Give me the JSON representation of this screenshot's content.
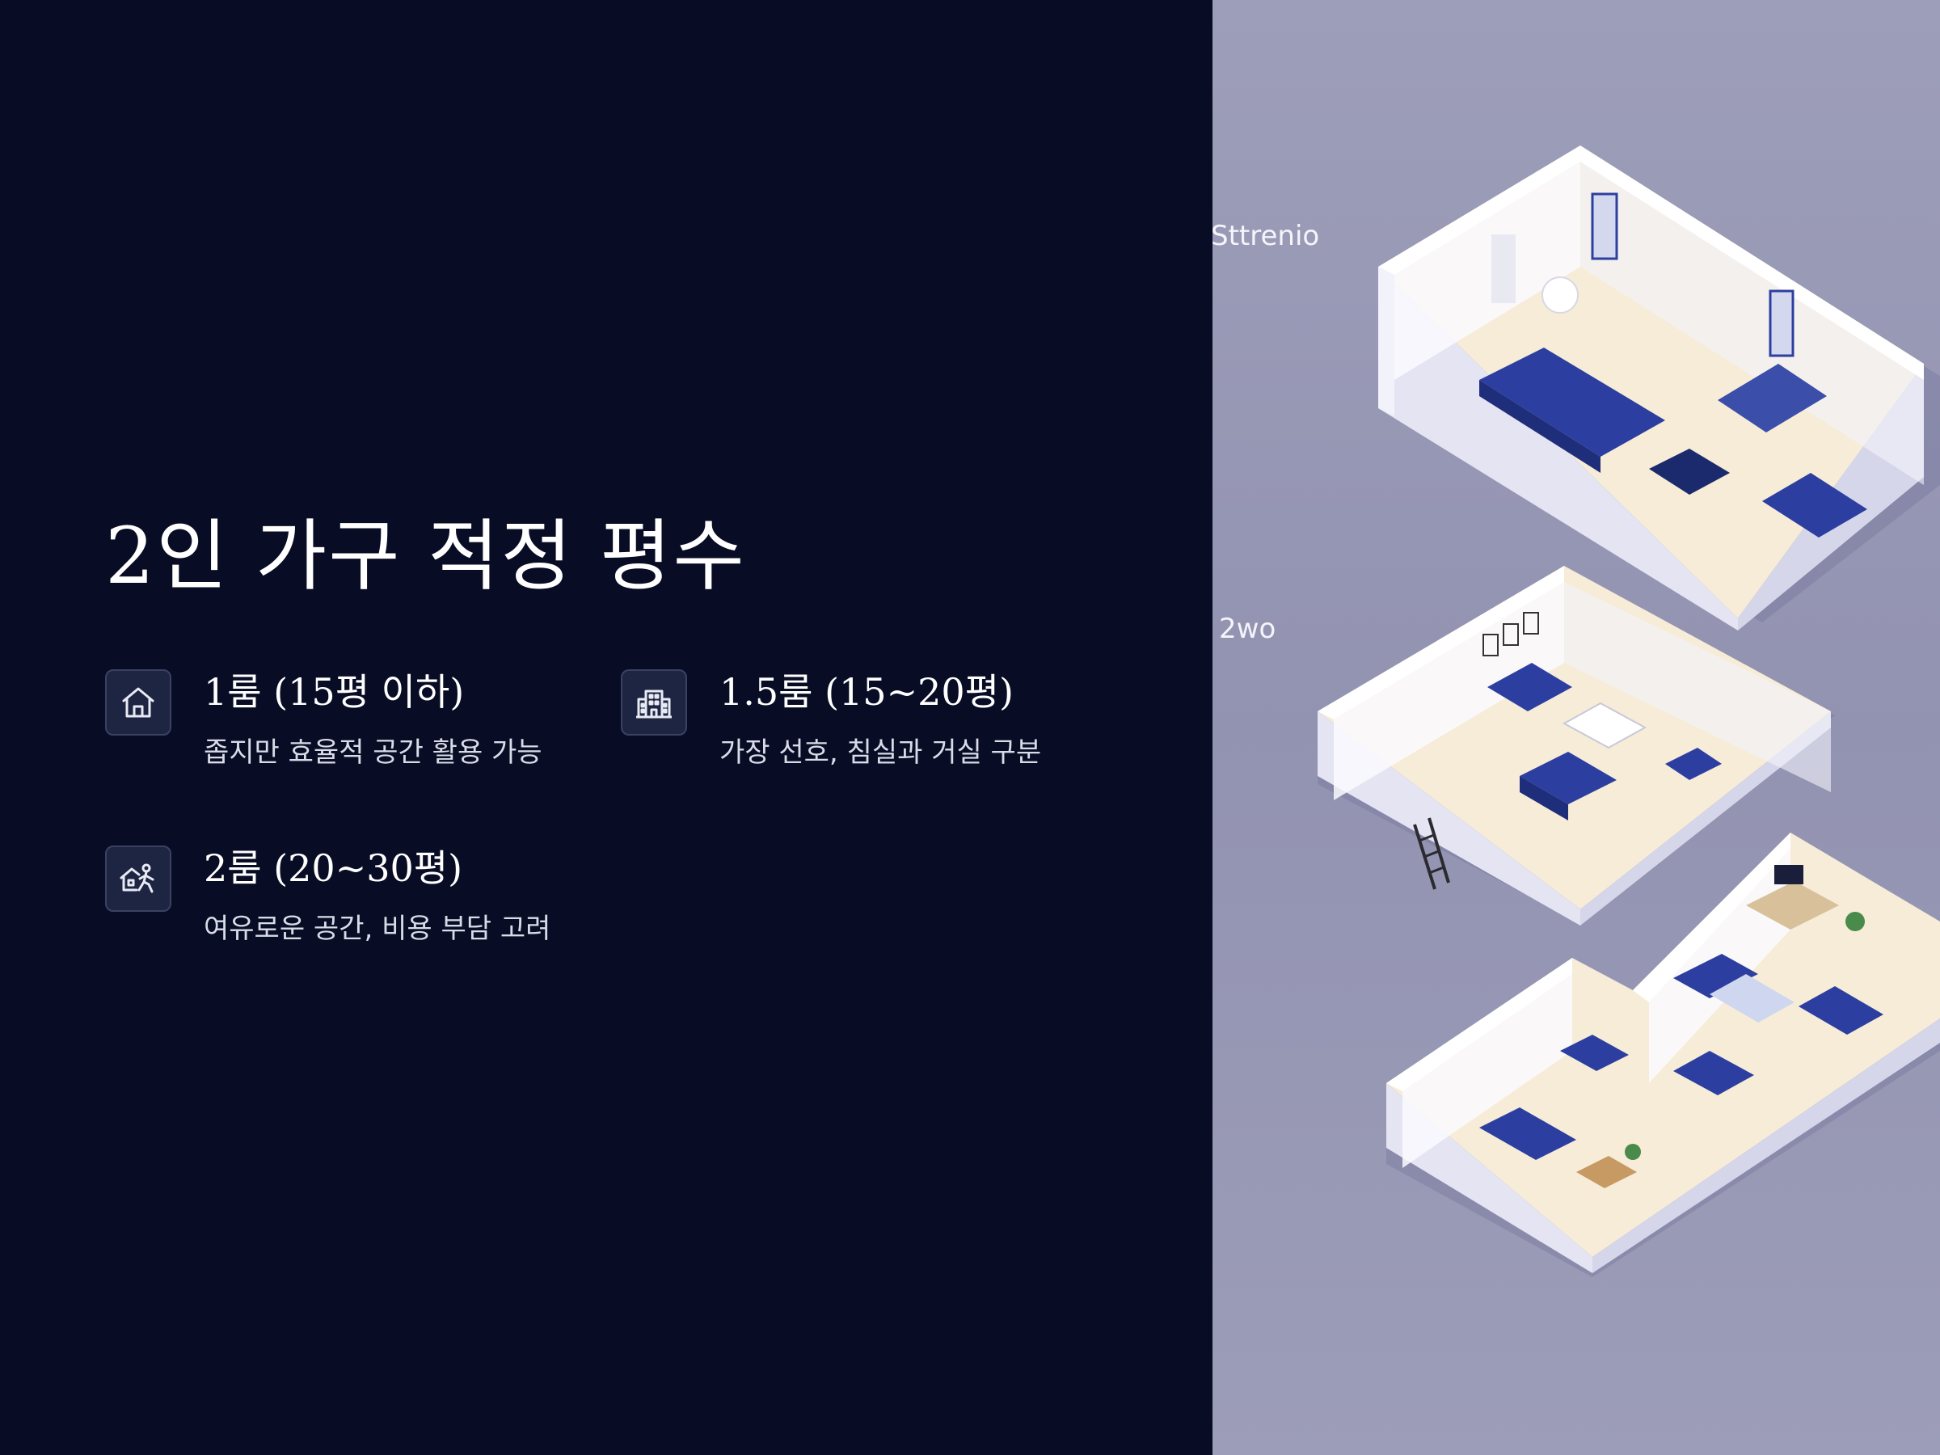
{
  "title": "2인 가구 적정 평수",
  "items": [
    {
      "icon": "house-icon",
      "title": "1룸 (15평 이하)",
      "desc": "좁지만 효율적 공간 활용 가능"
    },
    {
      "icon": "building-icon",
      "title": "1.5룸 (15~20평)",
      "desc": "가장 선호, 침실과 거실 구분"
    },
    {
      "icon": "family-home-icon",
      "title": "2룸 (20~30평)",
      "desc": "여유로운 공간, 비용 부담 고려"
    }
  ],
  "illustration": {
    "labels": [
      "Sttrenio",
      "2wo"
    ],
    "colors": {
      "background": "#9899b4",
      "wall": "#ffffff",
      "floor": "#f6ecd8",
      "furniture": "#2c3fa0"
    }
  },
  "colors": {
    "slide_background": "#080c24",
    "text": "#ffffff",
    "icon_box": "#1e2542"
  }
}
